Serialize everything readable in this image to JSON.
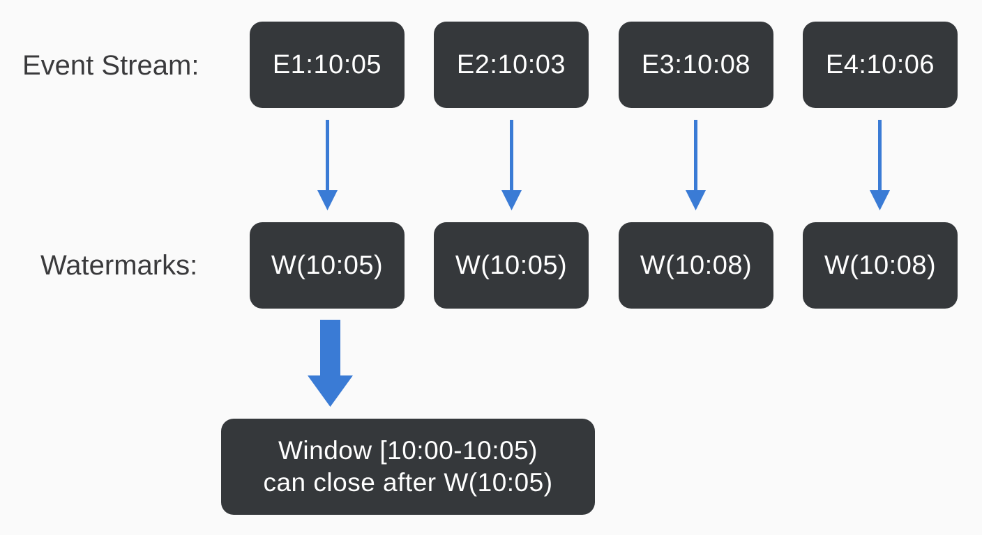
{
  "labels": {
    "event_stream": "Event Stream:",
    "watermarks": "Watermarks:"
  },
  "events": [
    "E1:10:05",
    "E2:10:03",
    "E3:10:08",
    "E4:10:06"
  ],
  "watermarks": [
    "W(10:05)",
    "W(10:05)",
    "W(10:08)",
    "W(10:08)"
  ],
  "result": {
    "line1": "Window [10:00-10:05)",
    "line2": "can close after W(10:05)"
  },
  "colors": {
    "box_fill": "#35383b",
    "arrow": "#3a7bd5",
    "text_dark": "#3a3a3c",
    "background": "#fafafa"
  }
}
